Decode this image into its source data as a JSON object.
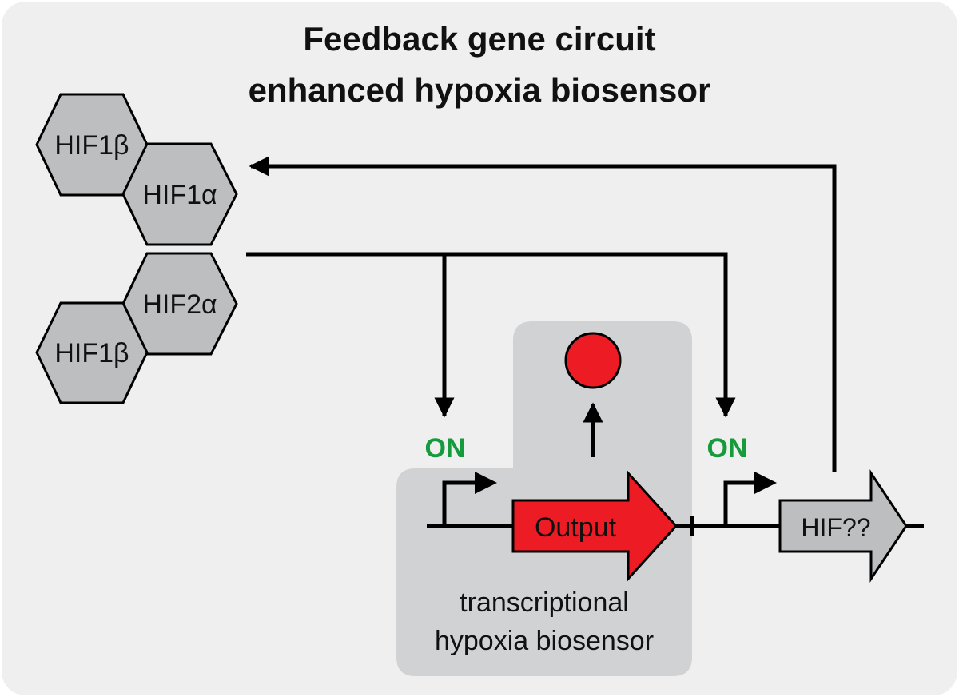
{
  "title": {
    "line1": "Feedback gene circuit",
    "line2": "enhanced hypoxia biosensor"
  },
  "hexagons": {
    "hif1b_top": "HIF1β",
    "hif1a": "HIF1α",
    "hif2a": "HIF2α",
    "hif1b_bottom": "HIF1β"
  },
  "on_labels": {
    "left": "ON",
    "right": "ON"
  },
  "output_label": "Output",
  "hif_gene_label": "HIF??",
  "biosensor_label": {
    "line1": "transcriptional",
    "line2": "hypoxia biosensor"
  },
  "colors": {
    "background": "#efefef",
    "hexagon_fill": "#bdbec0",
    "biosensor_box": "#d1d2d4",
    "output_red": "#ed1c24",
    "on_green": "#159a3c",
    "gene_arrow_fill": "#bdbec0",
    "stroke": "#000000"
  }
}
